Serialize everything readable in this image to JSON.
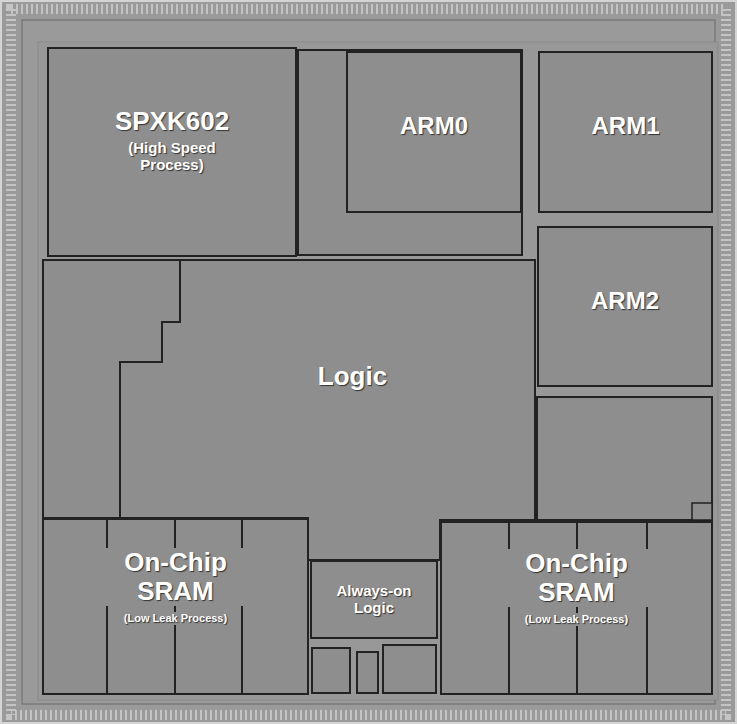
{
  "diagram": {
    "nodes": [
      {
        "text": [
          "SPXK602",
          "(High Speed Process)"
        ]
      },
      {
        "text": [
          "ARM0"
        ]
      },
      {
        "text": [
          "ARM1"
        ]
      },
      {
        "text": [
          "ARM2"
        ]
      },
      {
        "text": [
          "Logic"
        ]
      },
      {
        "text": [
          "On-Chip SRAM",
          "(Low Leak Process)"
        ]
      },
      {
        "text": [
          "Always-on Logic"
        ]
      },
      {
        "text": [
          "On-Chip SRAM",
          "(Low Leak Process)"
        ]
      }
    ]
  }
}
